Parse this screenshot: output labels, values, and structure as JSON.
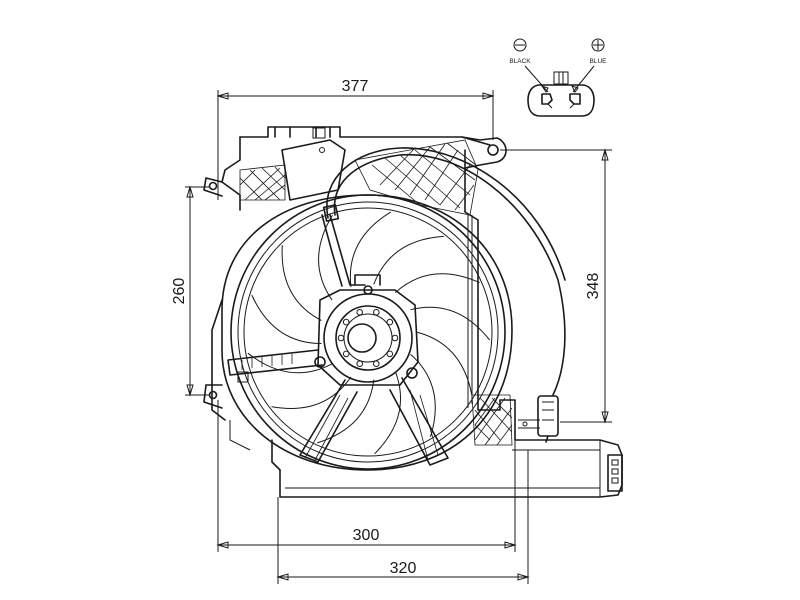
{
  "dimensions": {
    "top_width": "377",
    "right_height": "348",
    "left_height": "260",
    "bottom_inner": "300",
    "bottom_outer": "320"
  },
  "connector": {
    "negative_symbol": "⊖",
    "negative_label": "BLACK",
    "positive_symbol": "⊕",
    "positive_label": "BLUE"
  }
}
